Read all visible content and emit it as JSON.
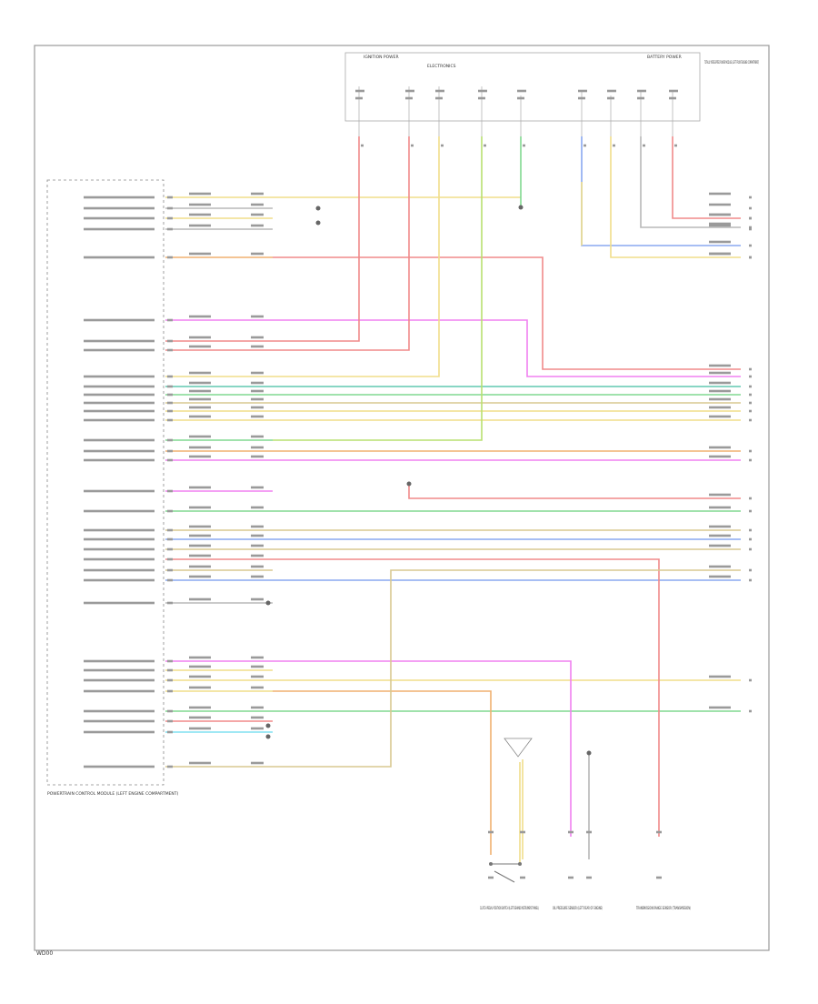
{
  "diagram": {
    "page_code": "WD00",
    "module_label": "POWERTRAIN CONTROL MODULE (LEFT ENGINE COMPARTMENT)",
    "top_labels": {
      "left_block": "IGNITION POWER",
      "middle_block": "ELECTRONICS",
      "right_block": "BATTERY POWER",
      "corner_note": "TOTALLY INTEGRATED POWER MODULE (LEFT FRONT ENGINE COMPARTMENT)"
    },
    "bottom_components": {
      "clutch_switch": "CLUTCH PEDAL POSITION SWITCH (LEFT BEHIND INSTRUMENT PANEL)",
      "gauge_sensor": "OIL PRESSURE SENSOR (LEFT REAR OF ENGINE)",
      "trans_sensor": "TRANSMISSION RANGE SENSOR (TRANSMISSION)"
    },
    "wire_colors": {
      "yellow": "#f0de8a",
      "gray": "#b8b8b8",
      "red": "#f08a8a",
      "orange": "#f0b070",
      "magenta": "#f080f0",
      "green": "#80d890",
      "teal": "#60c8b0",
      "blue": "#8aa8f0",
      "tan": "#d8c890",
      "cyan": "#80e0f0",
      "lime": "#b8e070"
    }
  }
}
